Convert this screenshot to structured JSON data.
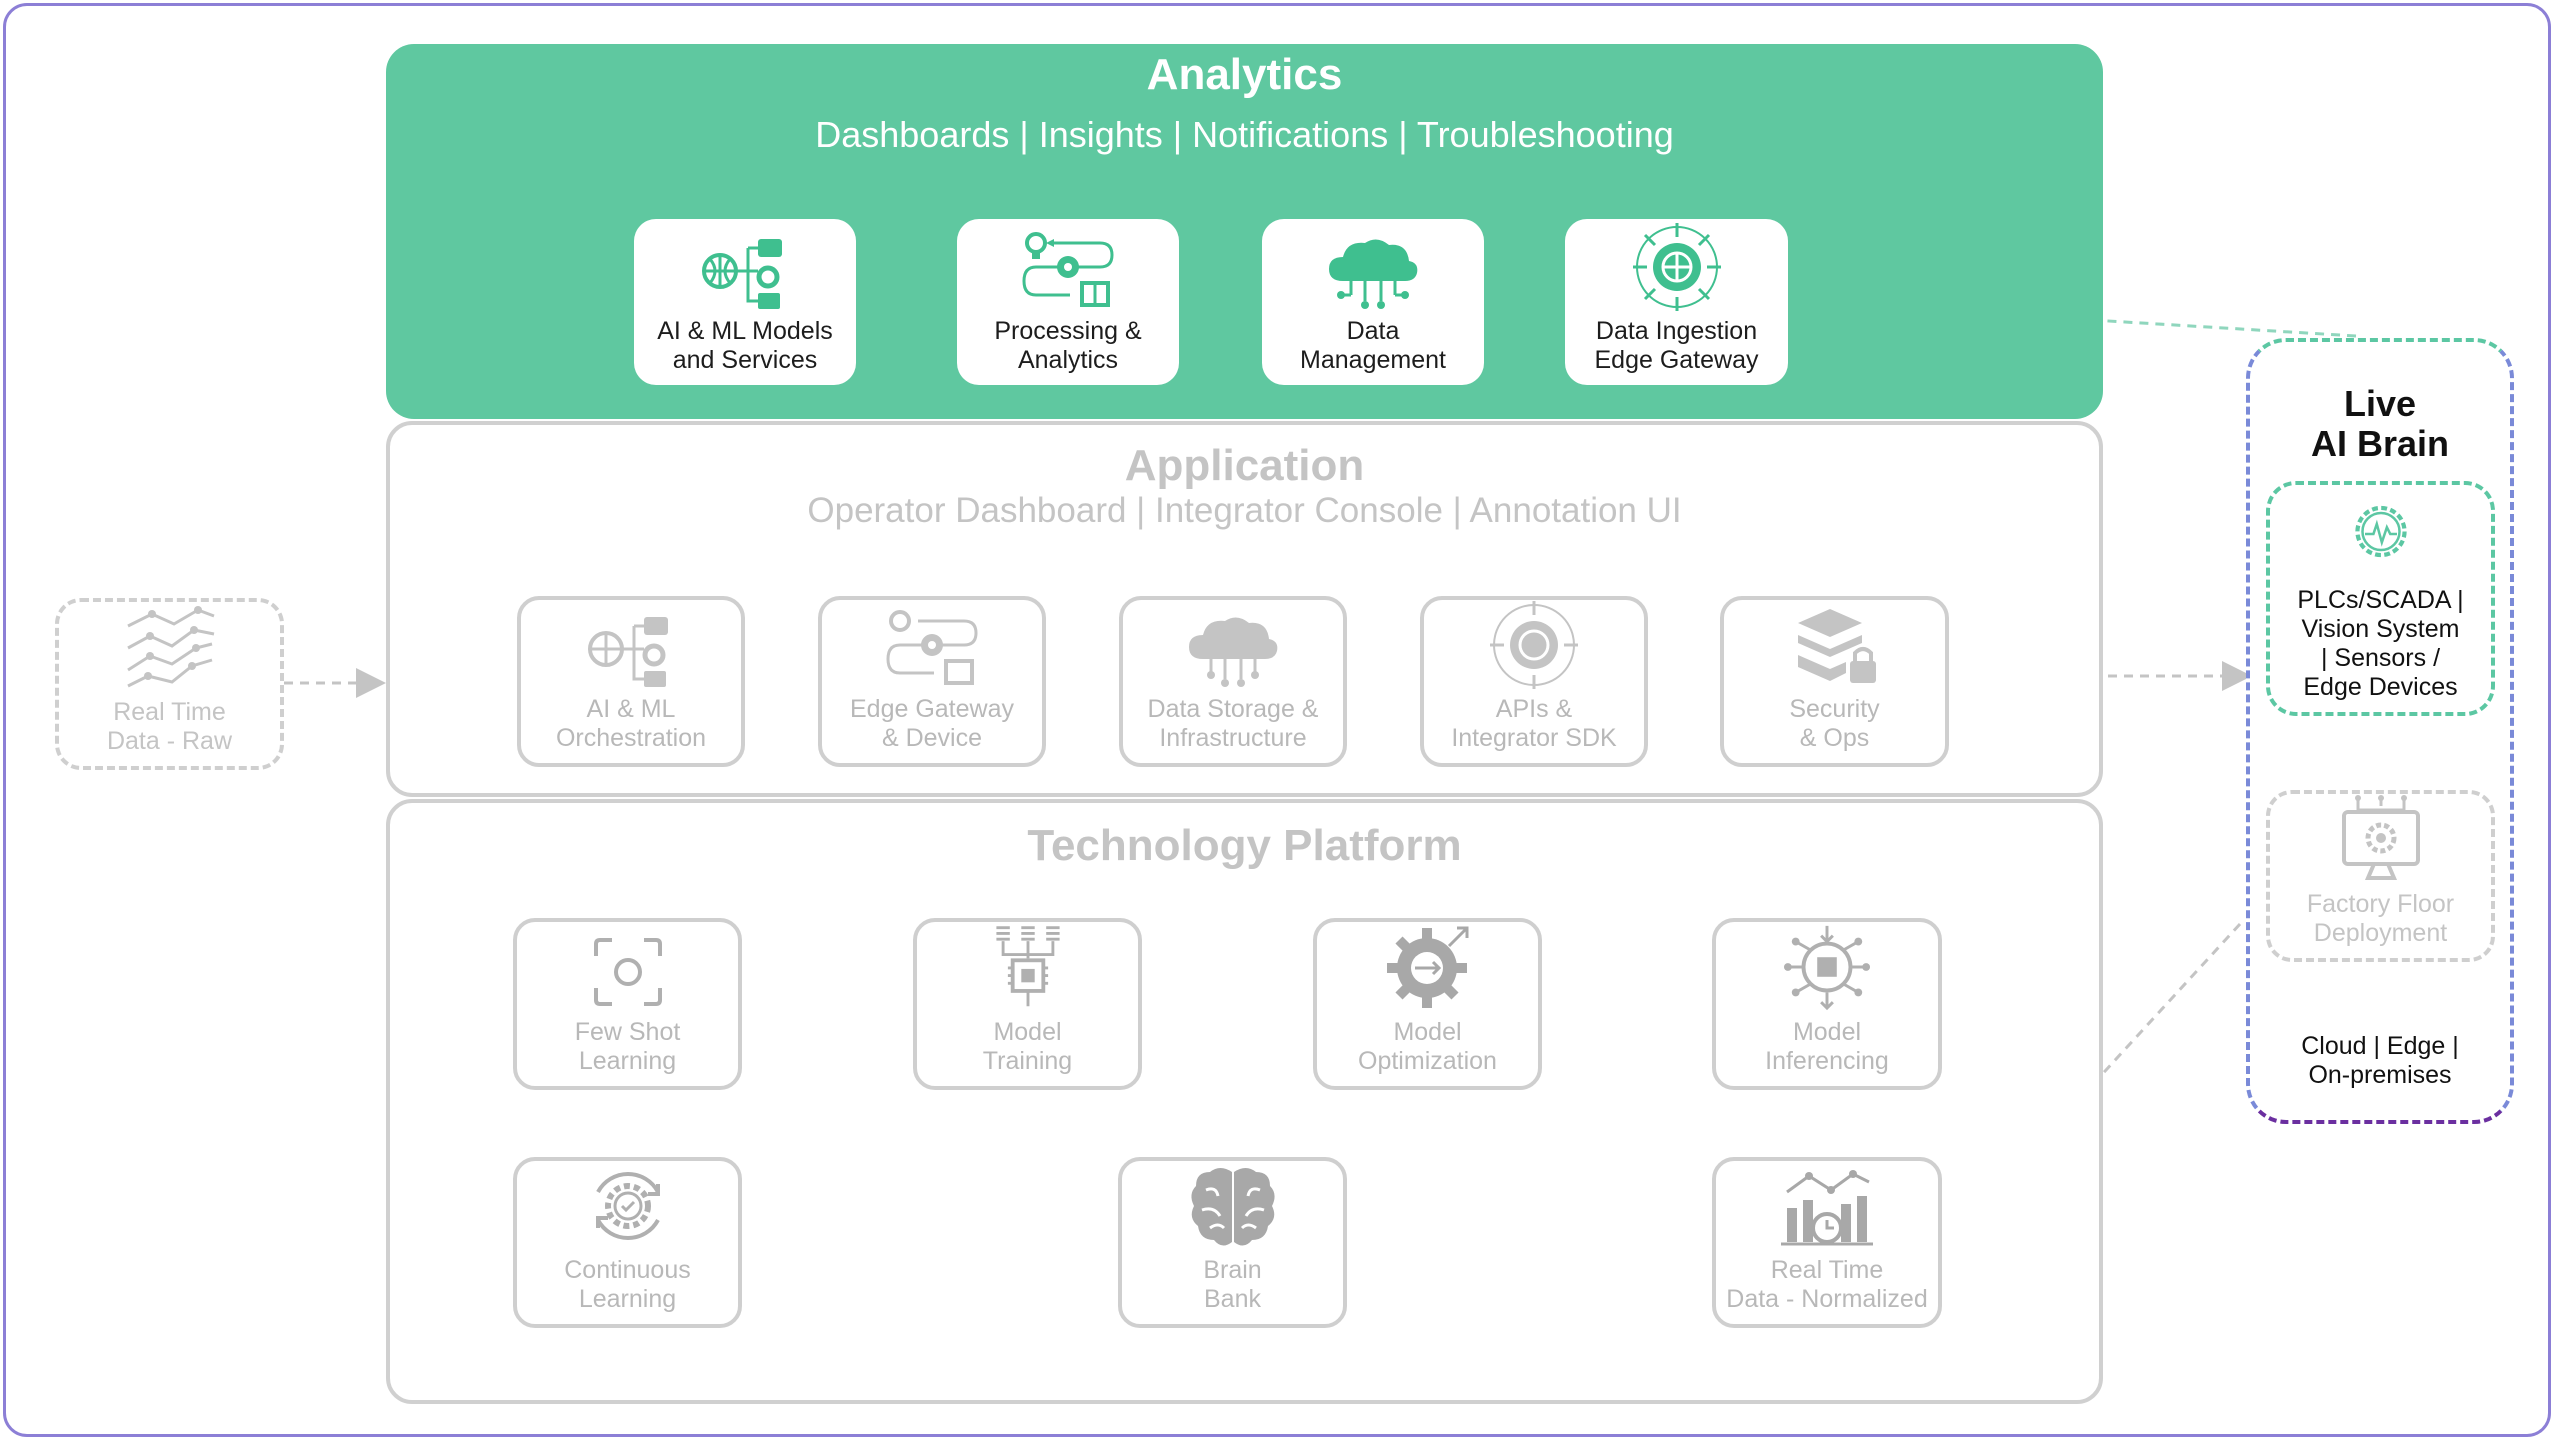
{
  "analytics": {
    "title": "Analytics",
    "subtitle": "Dashboards | Insights | Notifications | Troubleshooting",
    "cards": [
      {
        "label": "AI & ML Models\nand Services",
        "icon": "ai-ml-models-icon"
      },
      {
        "label": "Processing &\nAnalytics",
        "icon": "processing-analytics-icon"
      },
      {
        "label": "Data\nManagement",
        "icon": "cloud-network-icon"
      },
      {
        "label": "Data Ingestion\nEdge Gateway",
        "icon": "globe-gateway-icon"
      }
    ]
  },
  "application": {
    "title": "Application",
    "subtitle": "Operator Dashboard | Integrator Console | Annotation UI",
    "cards": [
      {
        "label": "AI & ML\nOrchestration",
        "icon": "ai-ml-orchestration-icon"
      },
      {
        "label": "Edge Gateway\n& Device",
        "icon": "edge-gateway-icon"
      },
      {
        "label": "Data Storage &\nInfrastructure",
        "icon": "cloud-storage-icon"
      },
      {
        "label": "APIs &\nIntegrator SDK",
        "icon": "api-globe-icon"
      },
      {
        "label": "Security\n& Ops",
        "icon": "security-layers-icon"
      }
    ]
  },
  "platform": {
    "title": "Technology Platform",
    "cards": [
      {
        "label": "Few Shot\nLearning",
        "icon": "camera-focus-icon"
      },
      {
        "label": "Model\nTraining",
        "icon": "chip-training-icon"
      },
      {
        "label": "Model\nOptimization",
        "icon": "gear-optimization-icon"
      },
      {
        "label": "Model\nInferencing",
        "icon": "circuit-inference-icon"
      },
      {
        "label": "Continuous\nLearning",
        "icon": "gear-cycle-icon"
      },
      {
        "label": "Brain\nBank",
        "icon": "brain-icon"
      },
      {
        "label": "Real Time\nData - Normalized",
        "icon": "bar-chart-clock-icon"
      }
    ]
  },
  "raw_data": {
    "label": "Real Time\nData - Raw",
    "icon": "line-graph-icon"
  },
  "live_brain": {
    "title": "Live\nAI Brain",
    "devices_label": "PLCs/SCADA |\nVision System\n| Sensors /\nEdge Devices",
    "factory_label": "Factory Floor\nDeployment",
    "deploy_label": "Cloud | Edge |\nOn-premises",
    "icons": [
      "gear-pulse-icon",
      "monitor-gear-icon"
    ]
  },
  "colors": {
    "analytics_green": "#5fc8a0",
    "icon_green": "#3fbf8f",
    "muted_gray": "#c4c4c4",
    "brain_teal": "#5cc7a3",
    "brain_purple": "#6b2fa0",
    "frame_border": "#8c7fd6"
  }
}
